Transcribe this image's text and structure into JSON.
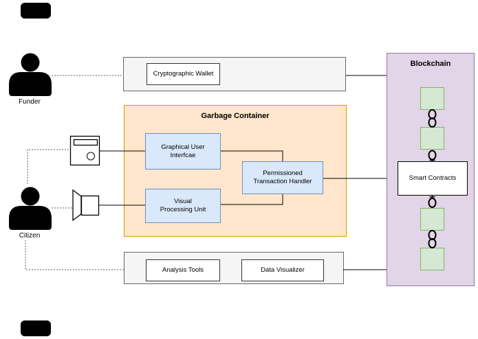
{
  "actors": {
    "funder": "Funder",
    "citizen": "Citizen"
  },
  "wallet": {
    "label": "Cryptographic Wallet"
  },
  "garbage": {
    "title": "Garbage Container",
    "gui": "Graphical User\nInterfcae",
    "vpu": "Visual\nProcessing Unit",
    "pth": "Permissioned\nTransaction Handler"
  },
  "analysis": {
    "tools": "Analysis Tools",
    "visualizer": "Data Visualizer"
  },
  "blockchain": {
    "title": "Blockchain",
    "smart_contracts": "Smart Contracts",
    "block_count": 4
  },
  "icons": {
    "funder": "person-icon",
    "citizen": "person-icon",
    "gui_device": "terminal-icon",
    "vpu_device": "camera-icon",
    "links": "chain-link-icon"
  },
  "colors": {
    "orange_fill": "#ffe6cc",
    "orange_stroke": "#d79b00",
    "purple_fill": "#e1d5e7",
    "purple_stroke": "#9673a6",
    "blue_fill": "#dae8fc",
    "blue_stroke": "#6c8ebf",
    "green_fill": "#d5e8d4",
    "green_stroke": "#82b366",
    "gray_fill": "#f5f5f5",
    "gray_stroke": "#666666",
    "line": "#000000"
  }
}
